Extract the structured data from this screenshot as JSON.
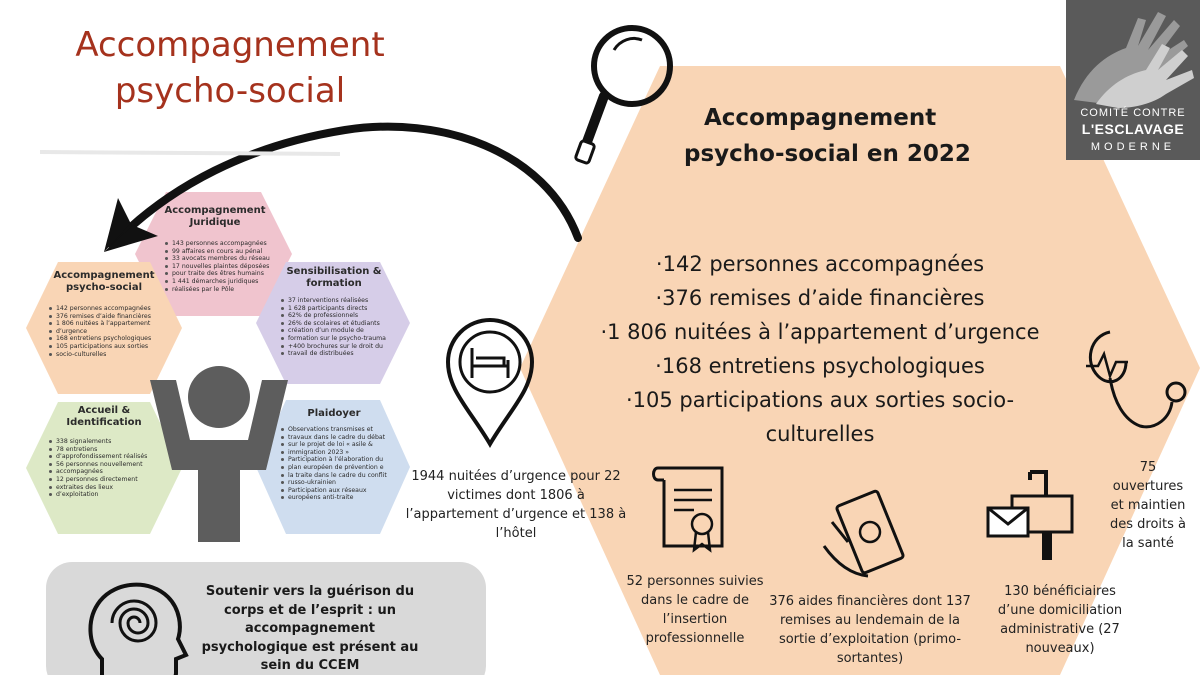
{
  "header": {
    "title_line1": "Accompagnement",
    "title_line2": "psycho-social"
  },
  "logo": {
    "line1": "COMITÉ CONTRE",
    "line2": "L'ESCLAVAGE",
    "line3": "MODERNE"
  },
  "colors": {
    "title_red": "#a5321d",
    "peach": "#f9d5b5",
    "pink": "#f0c4ce",
    "lavender": "#d6cde8",
    "green": "#dde9c6",
    "blue": "#cfddef",
    "gray_box": "#d9d9d9",
    "logo_bg": "#5a5a5a"
  },
  "big_hex": {
    "title_line1": "Accompagnement",
    "title_line2": "psycho-social en 2022",
    "items": [
      "·142 personnes accompagnées",
      "·376 remises d’aide financières",
      "·1 806 nuitées à l’appartement d’urgence",
      "·168 entretiens psychologiques",
      "·105 participations aux sorties socio-",
      "culturelles"
    ]
  },
  "captions": {
    "urgence": [
      "1944 nuitées d’urgence pour 22",
      "victimes dont 1806 à",
      "l’appartement d’urgence et 138 à",
      "l’hôtel"
    ],
    "insertion": [
      "52 personnes suivies",
      "dans le cadre de",
      "l’insertion",
      "professionnelle"
    ],
    "aides": [
      "376 aides financières dont 137",
      "remises au lendemain de la",
      "sortie d’exploitation (primo-",
      "sortantes)"
    ],
    "domiciliation": [
      "130 bénéficiaires",
      "d’une domiciliation",
      "administrative (27",
      "nouveaux)"
    ],
    "sante": [
      "75",
      "ouvertures",
      "et maintien",
      "des droits à",
      "la santé"
    ]
  },
  "hexes": {
    "juridique": {
      "title_line1": "Accompagnement",
      "title_line2": "Juridique",
      "items": [
        "143 personnes accompagnées",
        "99 affaires en cours au pénal",
        "33 avocats membres du réseau",
        "17 nouvelles plaintes déposées",
        "pour traite des êtres humains",
        "1 441 démarches juridiques",
        "réalisées par le Pôle"
      ]
    },
    "psycho": {
      "title_line1": "Accompagnement",
      "title_line2": "psycho-social",
      "items": [
        "142 personnes accompagnées",
        "376 remises d’aide financières",
        "1 806 nuitées à l’appartement",
        "d’urgence",
        "168 entretiens psychologiques",
        "105 participations aux sorties",
        "socio-culturelles"
      ]
    },
    "sensibilisation": {
      "title_line1": "Sensibilisation &",
      "title_line2": "formation",
      "items": [
        "37 interventions réalisées",
        "1 628 participants directs",
        "62% de professionnels",
        "26% de scolaires et étudiants",
        "création d’un module de",
        "formation sur le psycho-trauma",
        "+400 brochures sur le droit du",
        "travail de distribuées"
      ]
    },
    "accueil": {
      "title_line1": "Accueil &",
      "title_line2": "Identification",
      "items": [
        "338 signalements",
        "78 entretiens",
        "d’approfondissement réalisés",
        "56 personnes nouvellement",
        "accompagnées",
        "12 personnes directement",
        "extraites des lieux",
        "d’exploitation"
      ]
    },
    "plaidoyer": {
      "title_line1": "Plaidoyer",
      "items": [
        "Observations transmises et",
        "travaux dans le cadre du débat",
        "sur le projet de loi « asile &",
        "immigration 2023 »",
        "Participation à l’élaboration du",
        "plan européen de prévention e",
        "la traite dans le cadre du conflit",
        "russo-ukrainien",
        "Participation aux réseaux",
        "européens anti-traite"
      ]
    }
  },
  "support": {
    "lines": [
      "Soutenir vers la guérison du",
      "corps et de l’esprit : un",
      "accompagnement",
      "psychologique est présent au",
      "sein du CCEM"
    ]
  }
}
